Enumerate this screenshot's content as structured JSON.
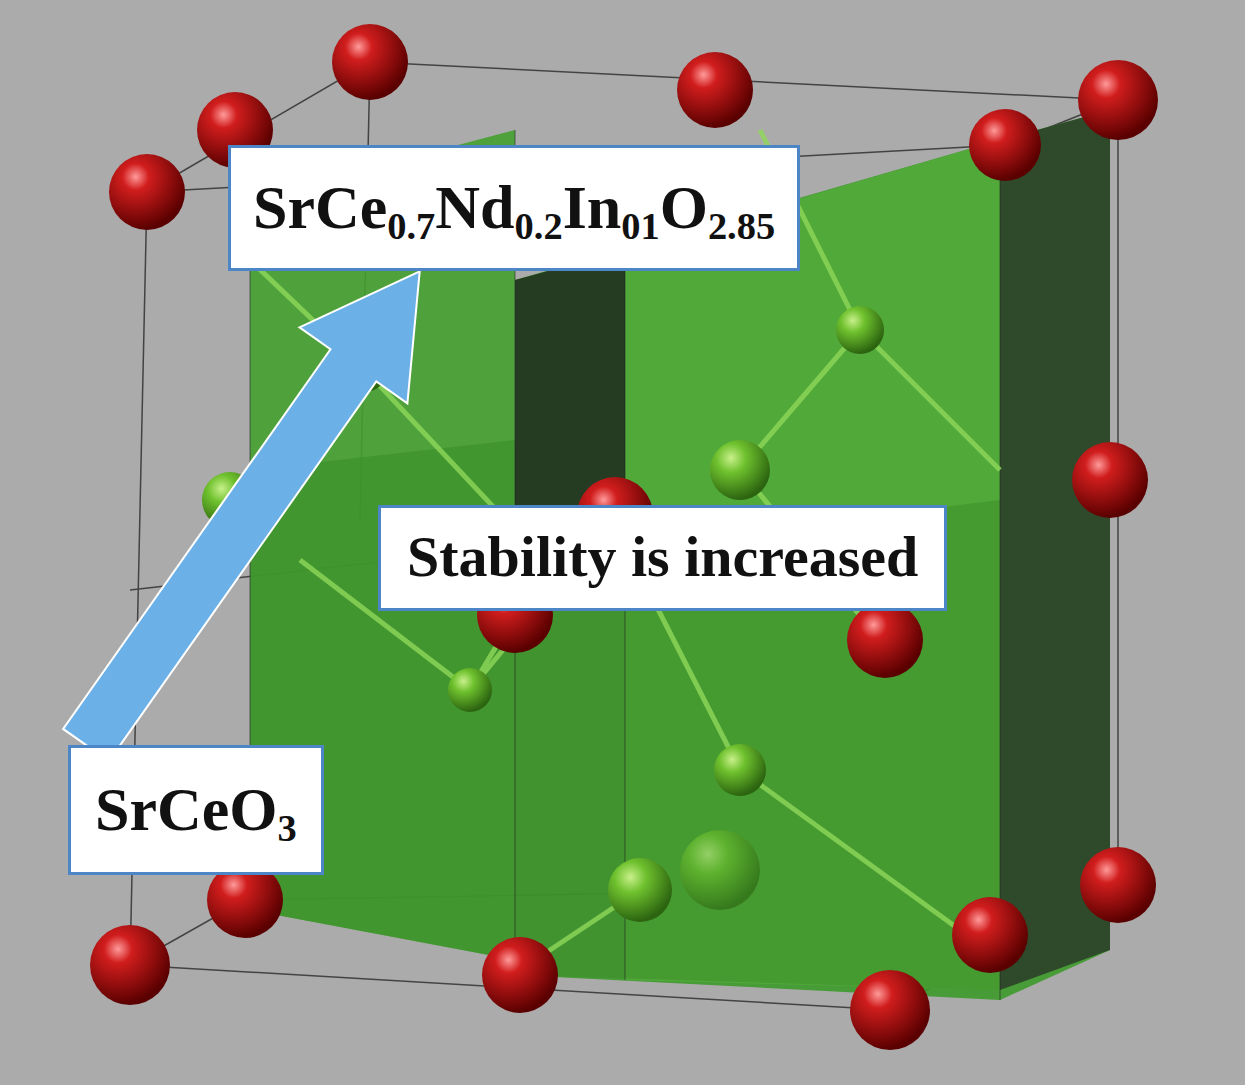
{
  "diagram": {
    "nodes": [
      {
        "text": [
          "SrCe0.7Nd0.2In01O2.85"
        ]
      },
      {
        "text": [
          "Stability is increased"
        ]
      },
      {
        "text": [
          "SrCeO3"
        ]
      }
    ],
    "edges": [
      {
        "from": 2,
        "to": 0,
        "arrow": "to"
      }
    ]
  }
}
